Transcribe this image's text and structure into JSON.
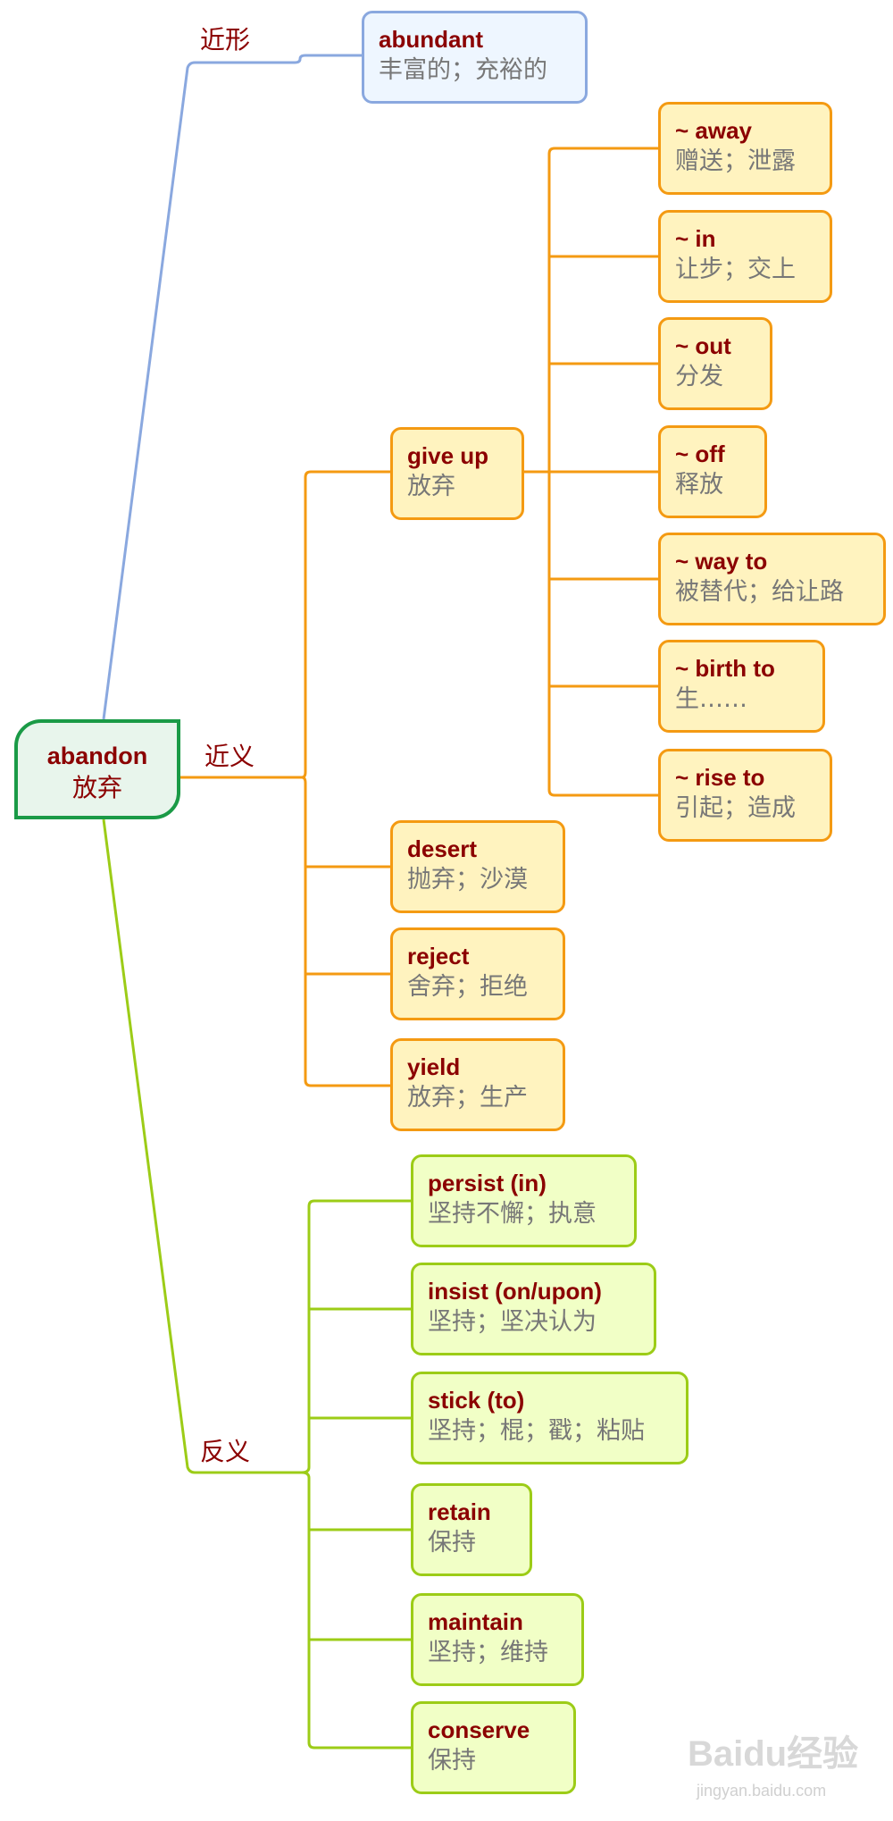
{
  "root": {
    "word": "abandon",
    "meaning": "放弃"
  },
  "branches": {
    "similar_form": {
      "label": "近形",
      "items": [
        {
          "word": "abundant",
          "meaning": "丰富的；充裕的"
        }
      ]
    },
    "synonyms": {
      "label": "近义",
      "give_up": {
        "word": "give up",
        "meaning": "放弃",
        "phrases": [
          {
            "word": "~ away",
            "meaning": "赠送；泄露"
          },
          {
            "word": "~ in",
            "meaning": "让步；交上"
          },
          {
            "word": "~ out",
            "meaning": "分发"
          },
          {
            "word": "~ off",
            "meaning": "释放"
          },
          {
            "word": "~ way to",
            "meaning": "被替代；给让路"
          },
          {
            "word": "~ birth to",
            "meaning": "生……"
          },
          {
            "word": "~ rise to",
            "meaning": "引起；造成"
          }
        ]
      },
      "items": [
        {
          "word": "desert",
          "meaning": "抛弃；沙漠"
        },
        {
          "word": "reject",
          "meaning": "舍弃；拒绝"
        },
        {
          "word": "yield",
          "meaning": "放弃；生产"
        }
      ]
    },
    "antonyms": {
      "label": "反义",
      "items": [
        {
          "word": "persist (in)",
          "meaning": "坚持不懈；执意"
        },
        {
          "word": "insist (on/upon)",
          "meaning": "坚持；坚决认为"
        },
        {
          "word": "stick (to)",
          "meaning": "坚持；棍；戳；粘贴"
        },
        {
          "word": "retain",
          "meaning": "保持"
        },
        {
          "word": "maintain",
          "meaning": "坚持；维持"
        },
        {
          "word": "conserve",
          "meaning": "保持"
        }
      ]
    }
  },
  "colors": {
    "similar_form": "#8aa8df",
    "synonyms": "#f49a12",
    "antonyms": "#9ccc17",
    "root": "#1a9a46"
  },
  "watermark": {
    "brand": "Baidu经验",
    "url": "jingyan.baidu.com"
  }
}
